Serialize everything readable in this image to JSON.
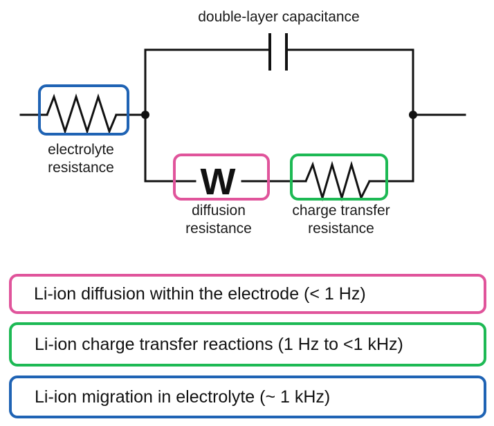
{
  "diagram": {
    "labels": {
      "capacitance": "double-layer capacitance",
      "electrolyte_1": "electrolyte",
      "electrolyte_2": "resistance",
      "diffusion_1": "diffusion",
      "diffusion_2": "resistance",
      "charge_1": "charge transfer",
      "charge_2": "resistance",
      "warburg_symbol": "W"
    },
    "colors": {
      "electrolyte_box": "#1f63b4",
      "diffusion_box": "#e0549b",
      "charge_box": "#1db954",
      "wire": "#111111"
    }
  },
  "legend": {
    "diffusion": "Li-ion diffusion within the electrode (< 1 Hz)",
    "charge_transfer": "Li-ion charge transfer reactions (1 Hz to <1 kHz)",
    "migration": "Li-ion migration in electrolyte (~ 1 kHz)"
  }
}
